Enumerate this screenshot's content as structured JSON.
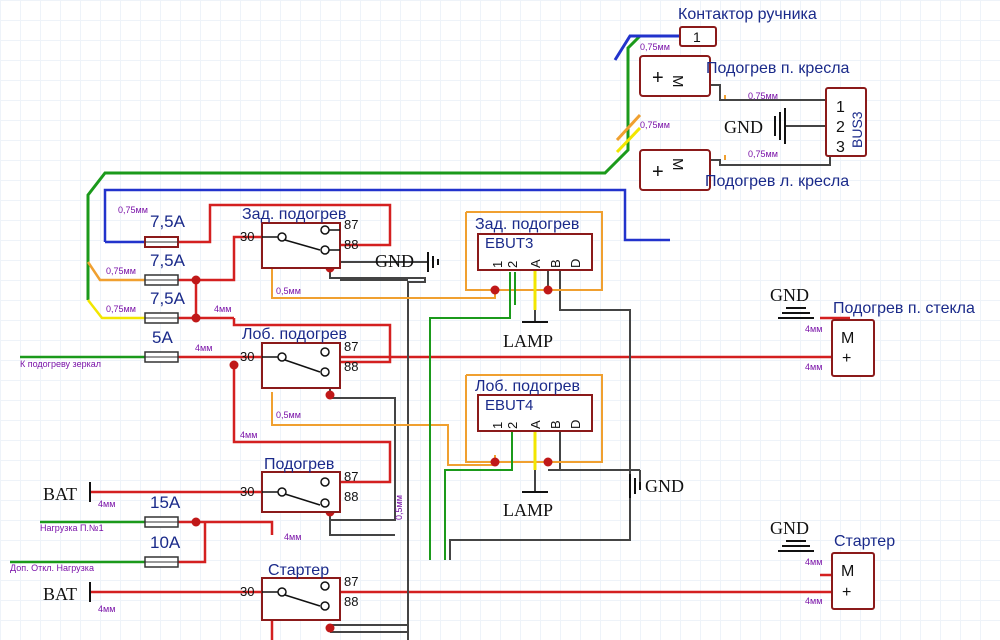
{
  "titles": {
    "handbrake": "Контактор ручника",
    "seat_right": "Подогрев п. кресла",
    "seat_left": "Подогрев л. кресла",
    "glass_heat": "Подогрев п. стекла",
    "starter": "Стартер",
    "ebut3_group": "Зад. подогрев",
    "ebut4_group": "Лоб. подогрев"
  },
  "connectors": {
    "handbrake_pin": "1",
    "bus3_name": "BUS3",
    "bus3_pins": [
      "1",
      "2",
      "3"
    ],
    "ebut3_name": "EBUT3",
    "ebut4_name": "EBUT4",
    "ebut_pins": [
      "1",
      "2",
      "A",
      "B",
      "D"
    ]
  },
  "relays": [
    {
      "label": "Зад. подогрев",
      "pin30": "30",
      "pin87": "87",
      "pin88": "88"
    },
    {
      "label": "Лоб. подогрев",
      "pin30": "30",
      "pin87": "87",
      "pin88": "88"
    },
    {
      "label": "Подогрев",
      "pin30": "30",
      "pin87": "87",
      "pin88": "88"
    },
    {
      "label": "Стартер",
      "pin30": "30",
      "pin87": "87",
      "pin88": "88"
    }
  ],
  "fuses": [
    {
      "rating": "7,5A",
      "wire": "0,75мм"
    },
    {
      "rating": "7,5A",
      "wire": "0,75мм"
    },
    {
      "rating": "7,5A",
      "wire": "0,75мм"
    },
    {
      "rating": "5A",
      "wire": ""
    },
    {
      "rating": "15A",
      "wire": ""
    },
    {
      "rating": "10A",
      "wire": ""
    }
  ],
  "motor": {
    "plus": "+",
    "m": "M"
  },
  "symbols": {
    "gnd": "GND",
    "bat": "BAT",
    "lamp": "LAMP"
  },
  "wire_labels": {
    "w075": "0,75мм",
    "w05": "0,5мм",
    "w4": "4мм"
  },
  "loads": {
    "mirrors": "К подогреву зеркал",
    "load1": "Нагрузка П.№1",
    "disc_load": "Доп. Откл. Нагрузка"
  },
  "colors": {
    "red": "#d42020",
    "green": "#1b9a1b",
    "blue": "#2233cc",
    "orange": "#f0a030",
    "yellow": "#f2e600",
    "black": "#333333",
    "component": "#8b1a1a"
  }
}
